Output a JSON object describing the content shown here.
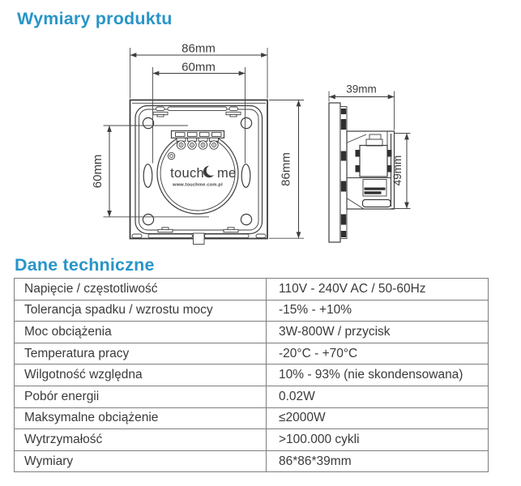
{
  "titles": {
    "dimensions": "Wymiary produktu",
    "technical": "Dane techniczne"
  },
  "diagram": {
    "front": {
      "dim_width_outer": "86mm",
      "dim_width_inner": "60mm",
      "dim_height_inner": "60mm",
      "dim_height_outer": "86mm",
      "logo_left": "touch",
      "logo_right": "me",
      "logo_url": "www.touchme.com.pl"
    },
    "side": {
      "dim_depth": "39mm",
      "dim_body_height": "49mm"
    }
  },
  "specs": {
    "rows": [
      {
        "label": "Napięcie / częstotliwość",
        "value": "110V - 240V AC / 50-60Hz"
      },
      {
        "label": "Tolerancja spadku / wzrostu mocy",
        "value": "-15% - +10%"
      },
      {
        "label": "Moc obciążenia",
        "value": "3W-800W / przycisk"
      },
      {
        "label": "Temperatura pracy",
        "value": "-20°C - +70°C"
      },
      {
        "label": "Wilgotność względna",
        "value": "10% - 93% (nie skondensowana)"
      },
      {
        "label": "Pobór energii",
        "value": "0.02W"
      },
      {
        "label": "Maksymalne obciążenie",
        "value": "≤2000W"
      },
      {
        "label": "Wytrzymałość",
        "value": ">100.000 cykli"
      },
      {
        "label": "Wymiary",
        "value": "86*86*39mm"
      }
    ]
  },
  "colors": {
    "accent": "#2995c8",
    "line": "#3d3d3d",
    "text": "#3a3a3a",
    "table_border": "#7e7e7e"
  }
}
